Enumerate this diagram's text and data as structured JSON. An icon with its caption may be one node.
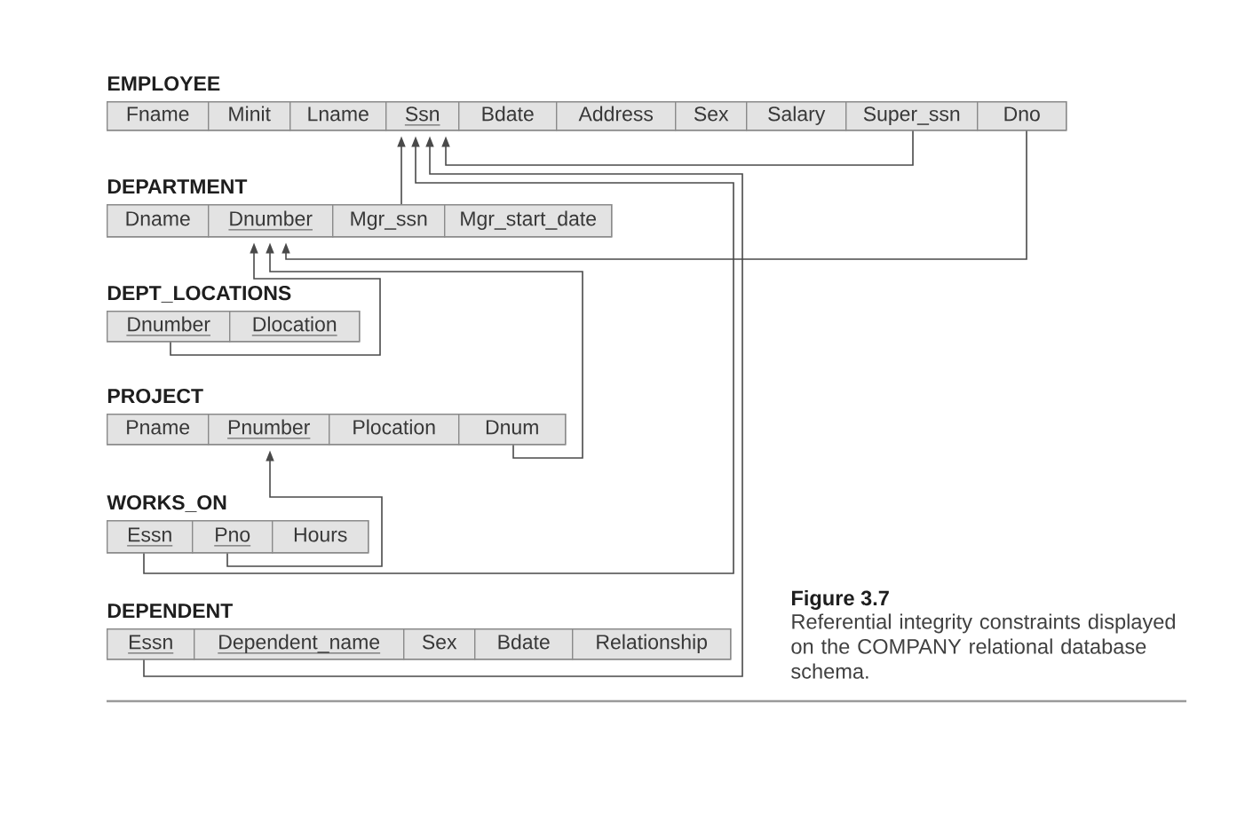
{
  "diagram": {
    "nodes": [
      {
        "text": [
          "EMPLOYEE"
        ]
      },
      {
        "text": [
          "Fname"
        ],
        "in": 0
      },
      {
        "text": [
          "Minit"
        ],
        "in": 0
      },
      {
        "text": [
          "Lname"
        ],
        "in": 0
      },
      {
        "text": [
          "Ssn"
        ],
        "in": 0
      },
      {
        "text": [
          "Bdate"
        ],
        "in": 0
      },
      {
        "text": [
          "Address"
        ],
        "in": 0
      },
      {
        "text": [
          "Sex"
        ],
        "in": 0
      },
      {
        "text": [
          "Salary"
        ],
        "in": 0
      },
      {
        "text": [
          "Super_ssn"
        ],
        "in": 0
      },
      {
        "text": [
          "Dno"
        ],
        "in": 0
      },
      {
        "text": [
          "DEPARTMENT"
        ]
      },
      {
        "text": [
          "Dname"
        ],
        "in": 11
      },
      {
        "text": [
          "Dnumber"
        ],
        "in": 11
      },
      {
        "text": [
          "Mgr_ssn"
        ],
        "in": 11
      },
      {
        "text": [
          "Mgr_start_date"
        ],
        "in": 11
      },
      {
        "text": [
          "DEPT_LOCATIONS"
        ]
      },
      {
        "text": [
          "Dnumber"
        ],
        "in": 16
      },
      {
        "text": [
          "Dlocation"
        ],
        "in": 16
      },
      {
        "text": [
          "PROJECT"
        ]
      },
      {
        "text": [
          "Pname"
        ],
        "in": 19
      },
      {
        "text": [
          "Pnumber"
        ],
        "in": 19
      },
      {
        "text": [
          "Plocation"
        ],
        "in": 19
      },
      {
        "text": [
          "Dnum"
        ],
        "in": 19
      },
      {
        "text": [
          "WORKS_ON"
        ]
      },
      {
        "text": [
          "Essn"
        ],
        "in": 24
      },
      {
        "text": [
          "Pno"
        ],
        "in": 24
      },
      {
        "text": [
          "Hours"
        ],
        "in": 24
      },
      {
        "text": [
          "DEPENDENT"
        ]
      },
      {
        "text": [
          "Essn"
        ],
        "in": 28
      },
      {
        "text": [
          "Dependent_name"
        ],
        "in": 28
      },
      {
        "text": [
          "Sex"
        ],
        "in": 28
      },
      {
        "text": [
          "Bdate"
        ],
        "in": 28
      },
      {
        "text": [
          "Relationship"
        ],
        "in": 28
      }
    ],
    "edges": [
      {
        "from": 9,
        "to": 4,
        "arrow": "to"
      },
      {
        "from": 10,
        "to": 13,
        "arrow": "to"
      },
      {
        "from": 14,
        "to": 4,
        "arrow": "to"
      },
      {
        "from": 17,
        "to": 13,
        "arrow": "to"
      },
      {
        "from": 23,
        "to": 13,
        "arrow": "to"
      },
      {
        "from": 26,
        "to": 21,
        "arrow": "to"
      },
      {
        "from": 25,
        "to": 4,
        "arrow": "to"
      },
      {
        "from": 29,
        "to": 4,
        "arrow": "to"
      }
    ],
    "labels": [
      "Figure 3.7"
    ],
    "caption": "Referential integrity constraints displayed on the COMPANY relational database schema."
  }
}
